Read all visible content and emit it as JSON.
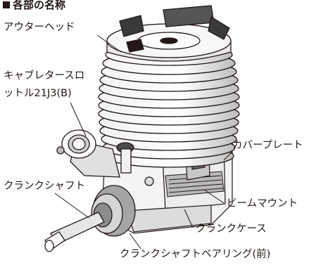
{
  "heading": {
    "marker": "■",
    "title": "各部の名称"
  },
  "labels": {
    "head": "アウターヘッド",
    "carb_line1": "キャブレタースロ",
    "carb_line2": "ットル21J3(B)",
    "back_plate": "カバープレート",
    "crankshaft": "クランクシャフト",
    "beam_mount": "ビームマウント",
    "crankcase": "クランクケース",
    "front_bearing": "クランクシャフトベアリング(前)"
  },
  "colors": {
    "ink": "#231815",
    "paper": "#ffffff",
    "shade": "#8c8c8c",
    "light": "#d9d9d9"
  }
}
